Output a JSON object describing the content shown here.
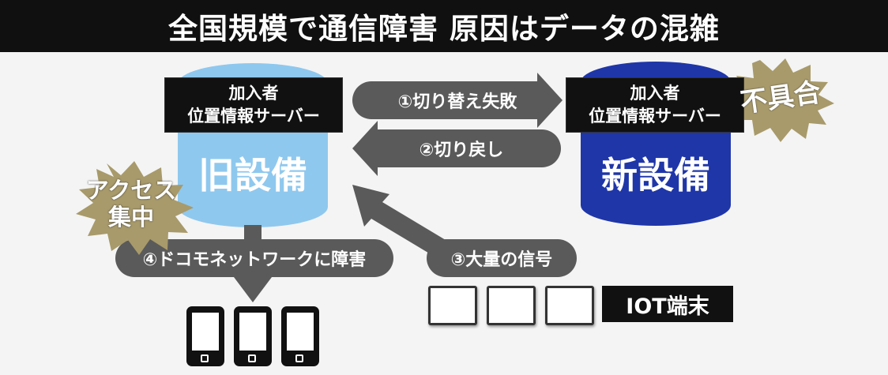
{
  "title": "全国規模で通信障害 原因はデータの混雑",
  "old_equipment": {
    "server_label_line1": "加入者",
    "server_label_line2": "位置情報サーバー",
    "name": "旧設備",
    "color": "#8fc8ee"
  },
  "new_equipment": {
    "server_label_line1": "加入者",
    "server_label_line2": "位置情報サーバー",
    "name": "新設備",
    "color": "#1f36a8"
  },
  "steps": {
    "step1": "①切り替え失敗",
    "step2": "②切り戻し",
    "step3": "③大量の信号",
    "step4": "④ドコモネットワークに障害"
  },
  "bursts": {
    "access_line1": "アクセス",
    "access_line2": "集中",
    "malfunction": "不具合",
    "color": "#a89a6a"
  },
  "iot_label": "IOT端末",
  "arrow_color": "#5a5a5a"
}
